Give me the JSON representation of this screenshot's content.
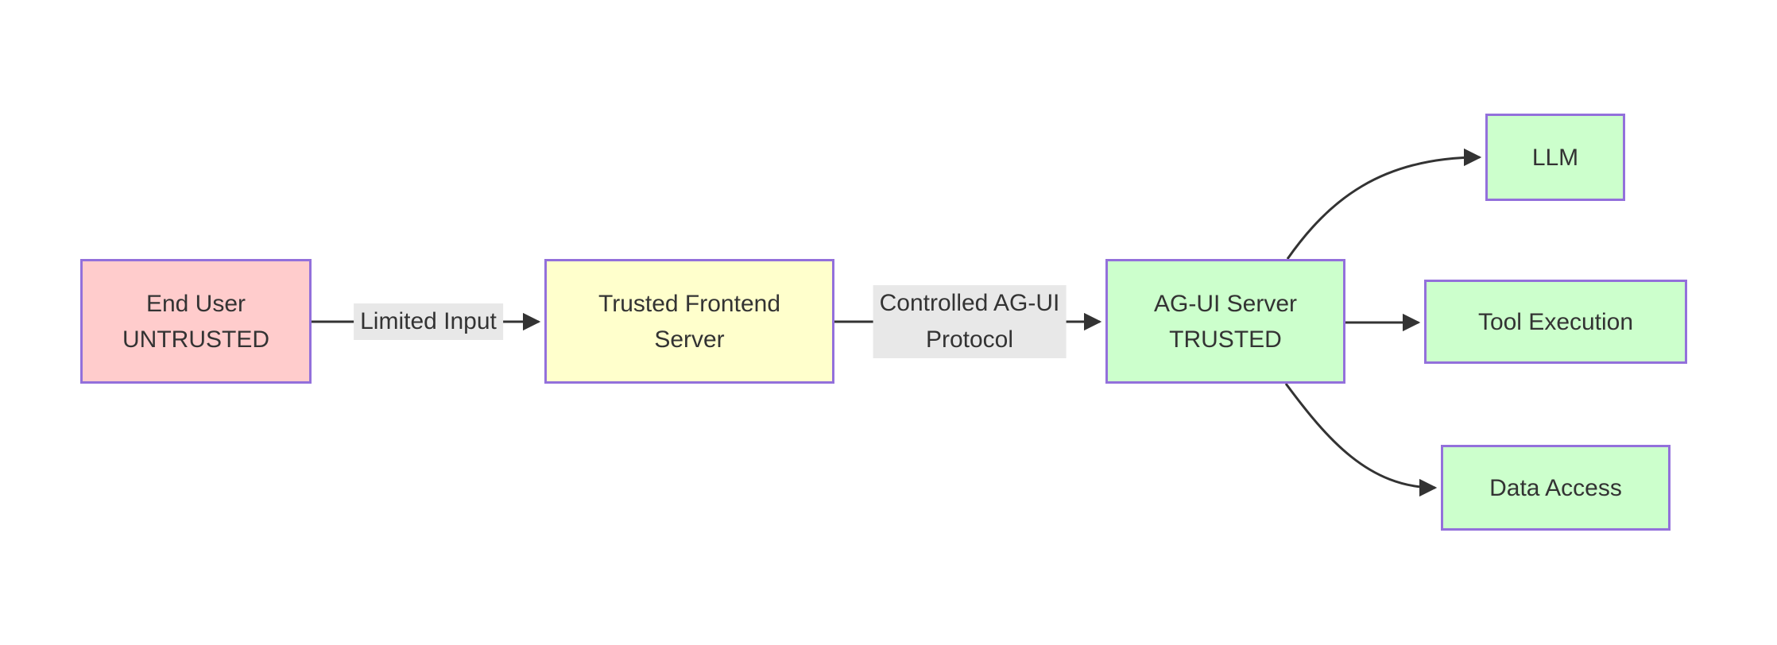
{
  "diagram": {
    "type": "flowchart",
    "direction": "left-to-right",
    "colors": {
      "background": "#ffffff",
      "node_stroke": "#9370db",
      "edge_stroke": "#333333",
      "text": "#333333",
      "edge_label_bg": "#e8e8e8",
      "untrusted_fill": "#ffcccc",
      "frontend_fill": "#ffffcc",
      "trusted_fill": "#ccffcc"
    },
    "nodes": [
      {
        "id": "end-user",
        "lines": [
          "End User",
          "UNTRUSTED"
        ],
        "fill": "#ffcccc"
      },
      {
        "id": "trusted-frontend",
        "lines": [
          "Trusted Frontend",
          "Server"
        ],
        "fill": "#ffffcc"
      },
      {
        "id": "agui-server",
        "lines": [
          "AG-UI Server",
          "TRUSTED"
        ],
        "fill": "#ccffcc"
      },
      {
        "id": "llm",
        "lines": [
          "LLM"
        ],
        "fill": "#ccffcc"
      },
      {
        "id": "tool-execution",
        "lines": [
          "Tool Execution"
        ],
        "fill": "#ccffcc"
      },
      {
        "id": "data-access",
        "lines": [
          "Data Access"
        ],
        "fill": "#ccffcc"
      }
    ],
    "edges": [
      {
        "from": "end-user",
        "to": "trusted-frontend",
        "label": "Limited Input"
      },
      {
        "from": "trusted-frontend",
        "to": "agui-server",
        "label_lines": [
          "Controlled AG-UI",
          "Protocol"
        ]
      },
      {
        "from": "agui-server",
        "to": "llm",
        "label": ""
      },
      {
        "from": "agui-server",
        "to": "tool-execution",
        "label": ""
      },
      {
        "from": "agui-server",
        "to": "data-access",
        "label": ""
      }
    ]
  }
}
